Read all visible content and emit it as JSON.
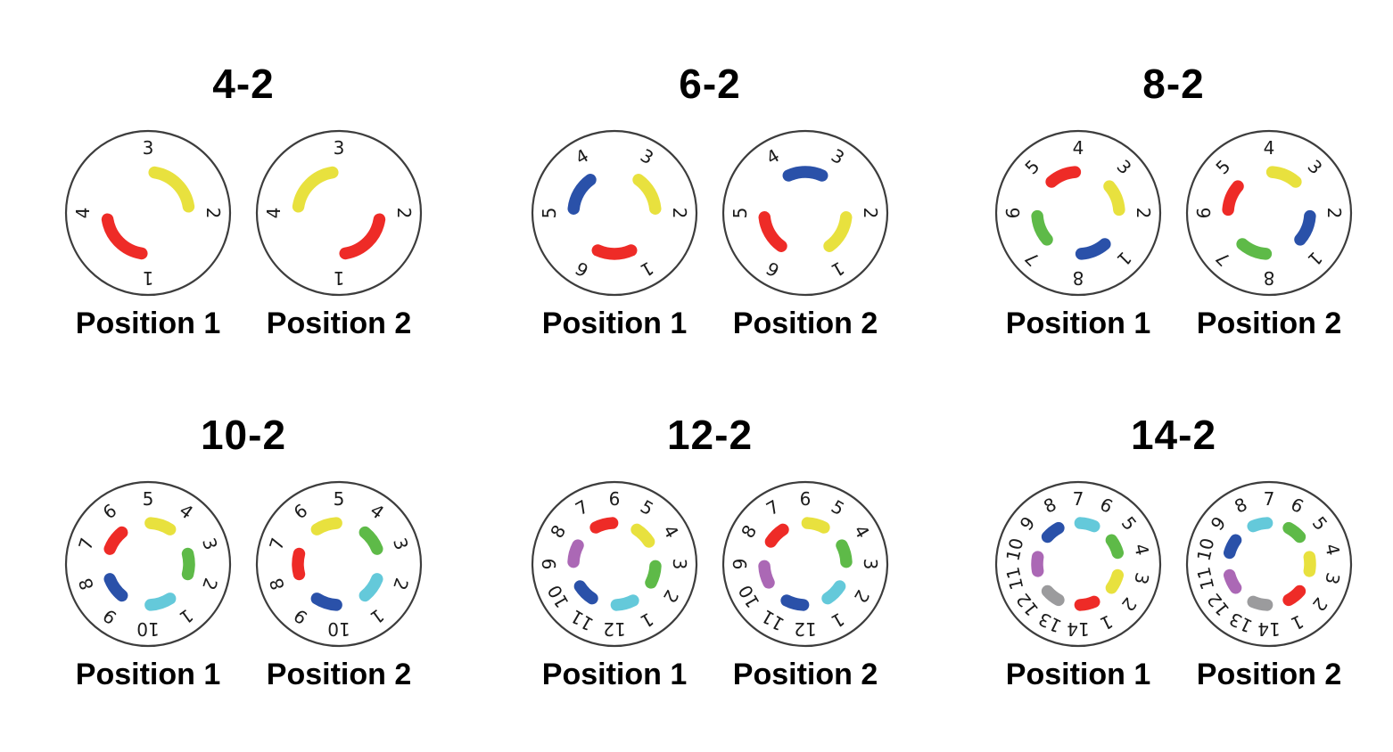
{
  "page": {
    "background": "#ffffff",
    "description": "Two-position rotary valve flow path diagrams"
  },
  "colors": {
    "red": "#ee2b27",
    "yellow": "#e8e13e",
    "blue": "#2a51a9",
    "green": "#5eba48",
    "cyan": "#64c9da",
    "purple": "#ab68b5",
    "gray": "#9b9b9d",
    "circle_stroke": "#3d3d3d",
    "label_color": "#1b1b1b"
  },
  "panels": [
    {
      "title": "4-2",
      "ports": 4,
      "port1_angle_deg": 180,
      "port_labels": [
        "1",
        "2",
        "3",
        "4"
      ],
      "figures": [
        {
          "caption": "Position 1",
          "connections": [
            {
              "from": 3,
              "to": 2,
              "color": "yellow"
            },
            {
              "from": 4,
              "to": 1,
              "color": "red"
            }
          ]
        },
        {
          "caption": "Position 2",
          "connections": [
            {
              "from": 4,
              "to": 3,
              "color": "yellow"
            },
            {
              "from": 1,
              "to": 2,
              "color": "red"
            }
          ]
        }
      ]
    },
    {
      "title": "6-2",
      "ports": 6,
      "port1_angle_deg": 150,
      "port_labels": [
        "1",
        "2",
        "3",
        "4",
        "5",
        "6"
      ],
      "figures": [
        {
          "caption": "Position 1",
          "connections": [
            {
              "from": 3,
              "to": 2,
              "color": "yellow"
            },
            {
              "from": 5,
              "to": 4,
              "color": "blue"
            },
            {
              "from": 6,
              "to": 1,
              "color": "red"
            }
          ]
        },
        {
          "caption": "Position 2",
          "connections": [
            {
              "from": 4,
              "to": 3,
              "color": "blue"
            },
            {
              "from": 6,
              "to": 5,
              "color": "red"
            },
            {
              "from": 1,
              "to": 2,
              "color": "yellow"
            }
          ]
        }
      ]
    },
    {
      "title": "8-2",
      "ports": 8,
      "port1_angle_deg": 135,
      "port_labels": [
        "1",
        "2",
        "3",
        "4",
        "5",
        "6",
        "7",
        "8"
      ],
      "figures": [
        {
          "caption": "Position 1",
          "connections": [
            {
              "from": 5,
              "to": 4,
              "color": "red"
            },
            {
              "from": 3,
              "to": 2,
              "color": "yellow"
            },
            {
              "from": 7,
              "to": 6,
              "color": "green"
            },
            {
              "from": 8,
              "to": 1,
              "color": "blue"
            }
          ]
        },
        {
          "caption": "Position 2",
          "connections": [
            {
              "from": 4,
              "to": 3,
              "color": "yellow"
            },
            {
              "from": 6,
              "to": 5,
              "color": "red"
            },
            {
              "from": 8,
              "to": 7,
              "color": "green"
            },
            {
              "from": 1,
              "to": 2,
              "color": "blue"
            }
          ]
        }
      ]
    },
    {
      "title": "10-2",
      "ports": 10,
      "port1_angle_deg": 144,
      "port_labels": [
        "1",
        "2",
        "3",
        "4",
        "5",
        "6",
        "7",
        "8",
        "9",
        "10"
      ],
      "figures": [
        {
          "caption": "Position 1",
          "connections": [
            {
              "from": 5,
              "to": 4,
              "color": "yellow"
            },
            {
              "from": 3,
              "to": 2,
              "color": "green"
            },
            {
              "from": 10,
              "to": 1,
              "color": "cyan"
            },
            {
              "from": 9,
              "to": 8,
              "color": "blue"
            },
            {
              "from": 7,
              "to": 6,
              "color": "red"
            }
          ]
        },
        {
          "caption": "Position 2",
          "connections": [
            {
              "from": 6,
              "to": 5,
              "color": "yellow"
            },
            {
              "from": 4,
              "to": 3,
              "color": "green"
            },
            {
              "from": 1,
              "to": 2,
              "color": "cyan"
            },
            {
              "from": 10,
              "to": 9,
              "color": "blue"
            },
            {
              "from": 8,
              "to": 7,
              "color": "red"
            }
          ]
        }
      ]
    },
    {
      "title": "12-2",
      "ports": 12,
      "port1_angle_deg": 150,
      "port_labels": [
        "1",
        "2",
        "3",
        "4",
        "5",
        "6",
        "7",
        "8",
        "9",
        "10",
        "11",
        "12"
      ],
      "figures": [
        {
          "caption": "Position 1",
          "connections": [
            {
              "from": 7,
              "to": 6,
              "color": "red"
            },
            {
              "from": 5,
              "to": 4,
              "color": "yellow"
            },
            {
              "from": 3,
              "to": 2,
              "color": "green"
            },
            {
              "from": 12,
              "to": 1,
              "color": "cyan"
            },
            {
              "from": 11,
              "to": 10,
              "color": "blue"
            },
            {
              "from": 9,
              "to": 8,
              "color": "purple"
            }
          ]
        },
        {
          "caption": "Position 2",
          "connections": [
            {
              "from": 8,
              "to": 7,
              "color": "red"
            },
            {
              "from": 6,
              "to": 5,
              "color": "yellow"
            },
            {
              "from": 4,
              "to": 3,
              "color": "green"
            },
            {
              "from": 1,
              "to": 2,
              "color": "cyan"
            },
            {
              "from": 12,
              "to": 11,
              "color": "blue"
            },
            {
              "from": 10,
              "to": 9,
              "color": "purple"
            }
          ]
        }
      ]
    },
    {
      "title": "14-2",
      "ports": 14,
      "port1_angle_deg": 154.2857,
      "port_labels": [
        "1",
        "2",
        "3",
        "4",
        "5",
        "6",
        "7",
        "8",
        "9",
        "10",
        "11",
        "12",
        "13",
        "14"
      ],
      "figures": [
        {
          "caption": "Position 1",
          "connections": [
            {
              "from": 7,
              "to": 6,
              "color": "cyan"
            },
            {
              "from": 5,
              "to": 4,
              "color": "green"
            },
            {
              "from": 3,
              "to": 2,
              "color": "yellow"
            },
            {
              "from": 14,
              "to": 1,
              "color": "red"
            },
            {
              "from": 13,
              "to": 12,
              "color": "gray"
            },
            {
              "from": 11,
              "to": 10,
              "color": "purple"
            },
            {
              "from": 9,
              "to": 8,
              "color": "blue"
            }
          ]
        },
        {
          "caption": "Position 2",
          "connections": [
            {
              "from": 8,
              "to": 7,
              "color": "cyan"
            },
            {
              "from": 6,
              "to": 5,
              "color": "green"
            },
            {
              "from": 4,
              "to": 3,
              "color": "yellow"
            },
            {
              "from": 1,
              "to": 2,
              "color": "red"
            },
            {
              "from": 14,
              "to": 13,
              "color": "gray"
            },
            {
              "from": 12,
              "to": 11,
              "color": "purple"
            },
            {
              "from": 10,
              "to": 9,
              "color": "blue"
            }
          ]
        }
      ]
    }
  ]
}
